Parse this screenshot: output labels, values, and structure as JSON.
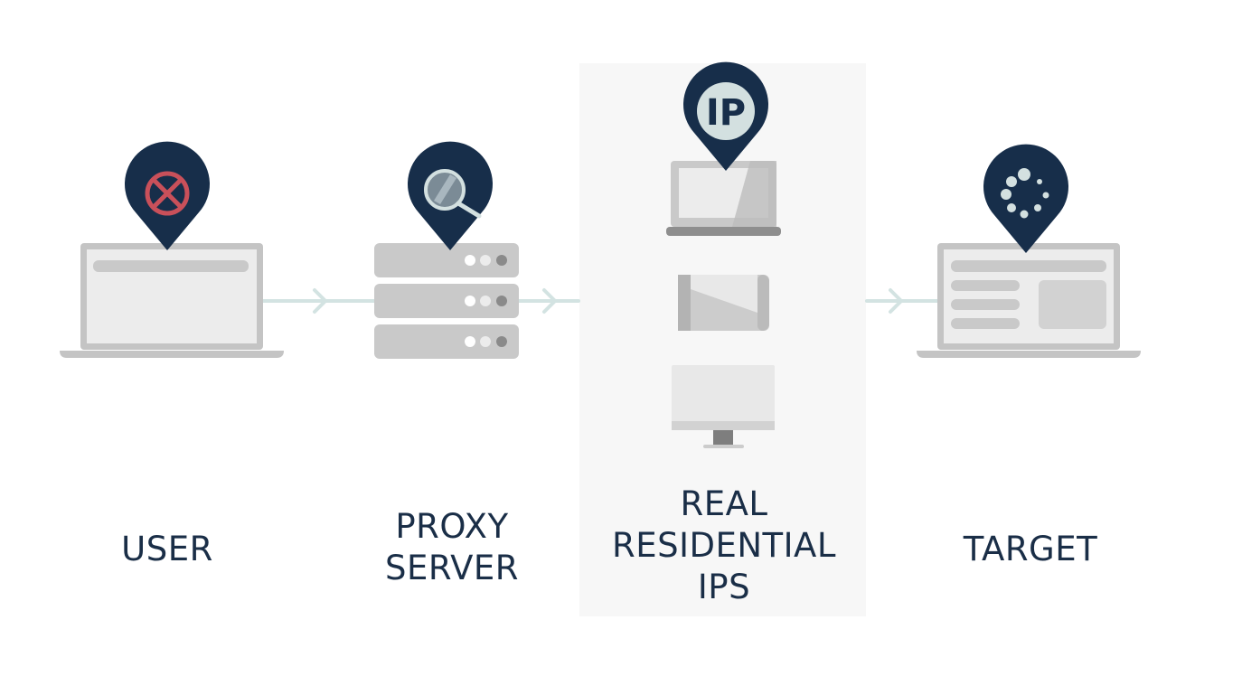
{
  "colors": {
    "pin": "#172e4a",
    "pin_icon_light": "#d3e0e0",
    "error_red": "#c9505a",
    "arrow": "#d3e3e2",
    "device_gray": "#c9c9c9",
    "label_text": "#1a2e47",
    "panel_bg": "#f7f7f7"
  },
  "nodes": [
    {
      "id": "user",
      "lines": [
        "USER"
      ],
      "device": "laptop",
      "pin_icon": "blocked-icon"
    },
    {
      "id": "proxy",
      "lines": [
        "PROXY",
        "SERVER"
      ],
      "device": "server-rack",
      "pin_icon": "magnifier-icon"
    },
    {
      "id": "residential",
      "lines": [
        "REAL",
        "RESIDENTIAL",
        "IPS"
      ],
      "devices": [
        "laptop",
        "tablet",
        "desktop-monitor"
      ],
      "pin_icon": "ip-icon",
      "pin_text": "IP"
    },
    {
      "id": "target",
      "lines": [
        "TARGET"
      ],
      "device": "laptop-website",
      "pin_icon": "loading-spinner-icon"
    }
  ]
}
